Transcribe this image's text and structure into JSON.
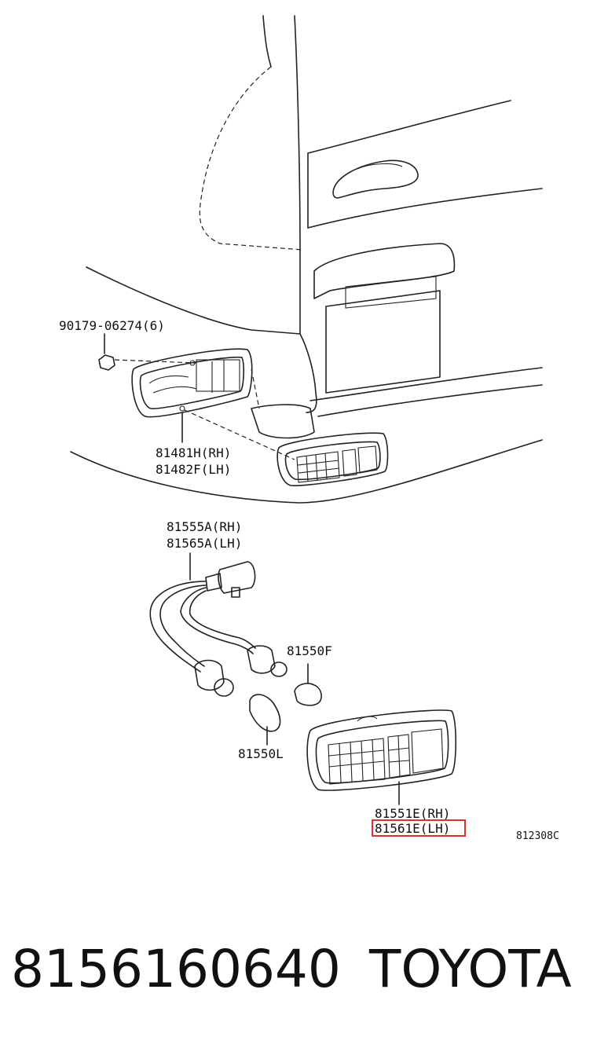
{
  "parts": {
    "clip": "90179-06274(6)",
    "socket_rh": "81481H(RH)",
    "socket_lh": "81482F(LH)",
    "wire_rh": "81555A(RH)",
    "wire_lh": "81565A(LH)",
    "bulb_small": "81550F",
    "bulb_large": "81550L",
    "lamp_rh": "81551E(RH)",
    "lamp_lh": "81561E(LH)"
  },
  "diagram_code": "812308C",
  "footer": {
    "part_number": "8156160640",
    "brand": "TOYOTA"
  },
  "highlight_color": "#e0302c"
}
